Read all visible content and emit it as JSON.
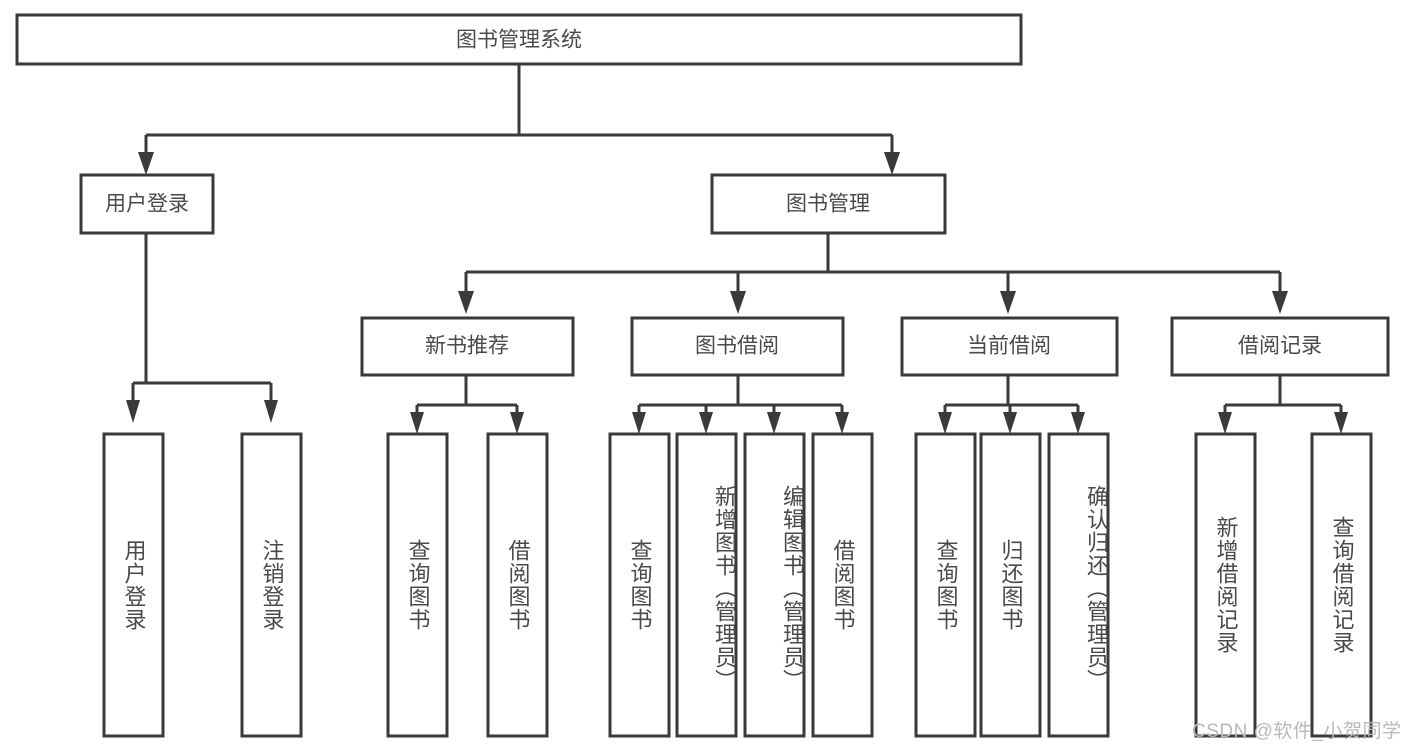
{
  "diagram": {
    "title_node": {
      "label": "图书管理系统"
    },
    "level2": [
      {
        "label": "用户登录"
      },
      {
        "label": "图书管理"
      }
    ],
    "level3": [
      {
        "label": "新书推荐"
      },
      {
        "label": "图书借阅"
      },
      {
        "label": "当前借阅"
      },
      {
        "label": "借阅记录"
      }
    ],
    "leaves": {
      "user_login": [
        {
          "label": "用户登录"
        },
        {
          "label": "注销登录"
        }
      ],
      "new_book_recommend": [
        {
          "label": "查询图书"
        },
        {
          "label": "借阅图书"
        }
      ],
      "book_borrow": [
        {
          "label": "查询图书"
        },
        {
          "label": "新增图书（管理员）"
        },
        {
          "label": "编辑图书（管理员）"
        },
        {
          "label": "借阅图书"
        }
      ],
      "current_borrow": [
        {
          "label": "查询图书"
        },
        {
          "label": "归还图书"
        },
        {
          "label": "确认归还（管理员）"
        }
      ],
      "borrow_record": [
        {
          "label": "新增借阅记录"
        },
        {
          "label": "查询借阅记录"
        }
      ]
    }
  },
  "watermark": {
    "text": "CSDN @软件_小贺同学"
  },
  "colors": {
    "stroke": "#3a3a3a",
    "text": "#4a4a4a",
    "background": "#ffffff",
    "watermark": "#b9b9b9"
  }
}
